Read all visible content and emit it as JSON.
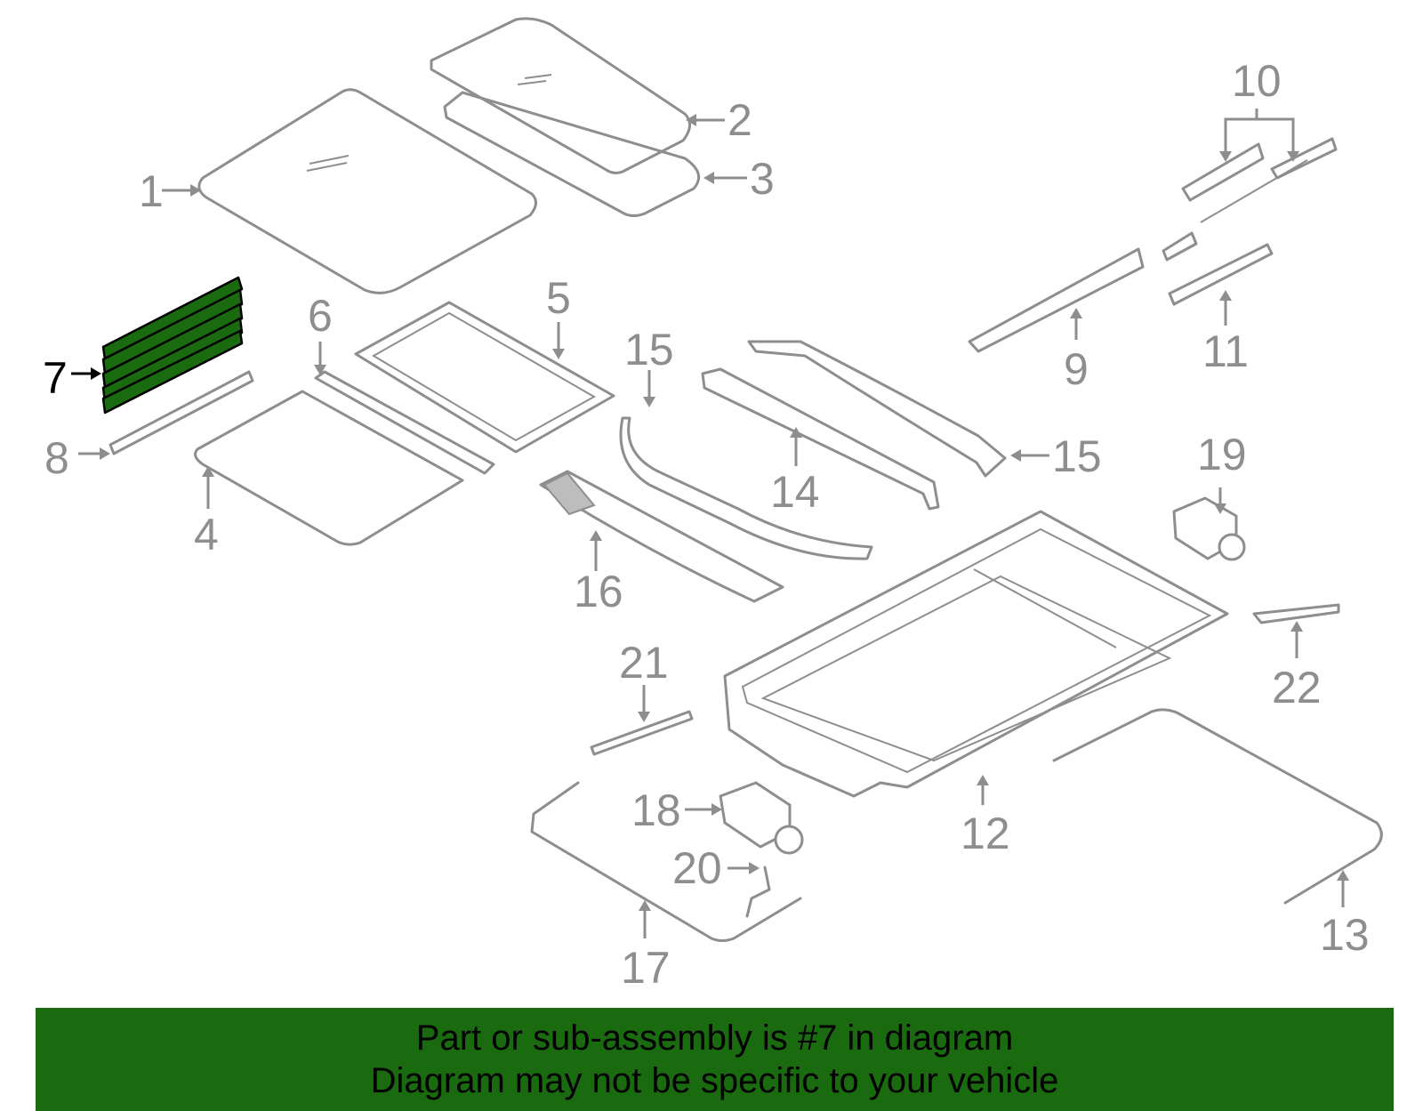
{
  "colors": {
    "part_stroke": "#8e8e8e",
    "highlight_fill": "#1a6b0f",
    "banner_bg": "#1a6b0f",
    "text": "#000000"
  },
  "highlighted_part": "7",
  "callouts": {
    "c1": "1",
    "c2": "2",
    "c3": "3",
    "c4": "4",
    "c5": "5",
    "c6": "6",
    "c7": "7",
    "c8": "8",
    "c9": "9",
    "c10": "10",
    "c11": "11",
    "c12": "12",
    "c13": "13",
    "c14": "14",
    "c15a": "15",
    "c15b": "15",
    "c16": "16",
    "c17": "17",
    "c18": "18",
    "c19": "19",
    "c20": "20",
    "c21": "21",
    "c22": "22"
  },
  "banner": {
    "line1": "Part or sub-assembly is #7 in diagram",
    "line2": "Diagram may not be specific to your vehicle"
  }
}
